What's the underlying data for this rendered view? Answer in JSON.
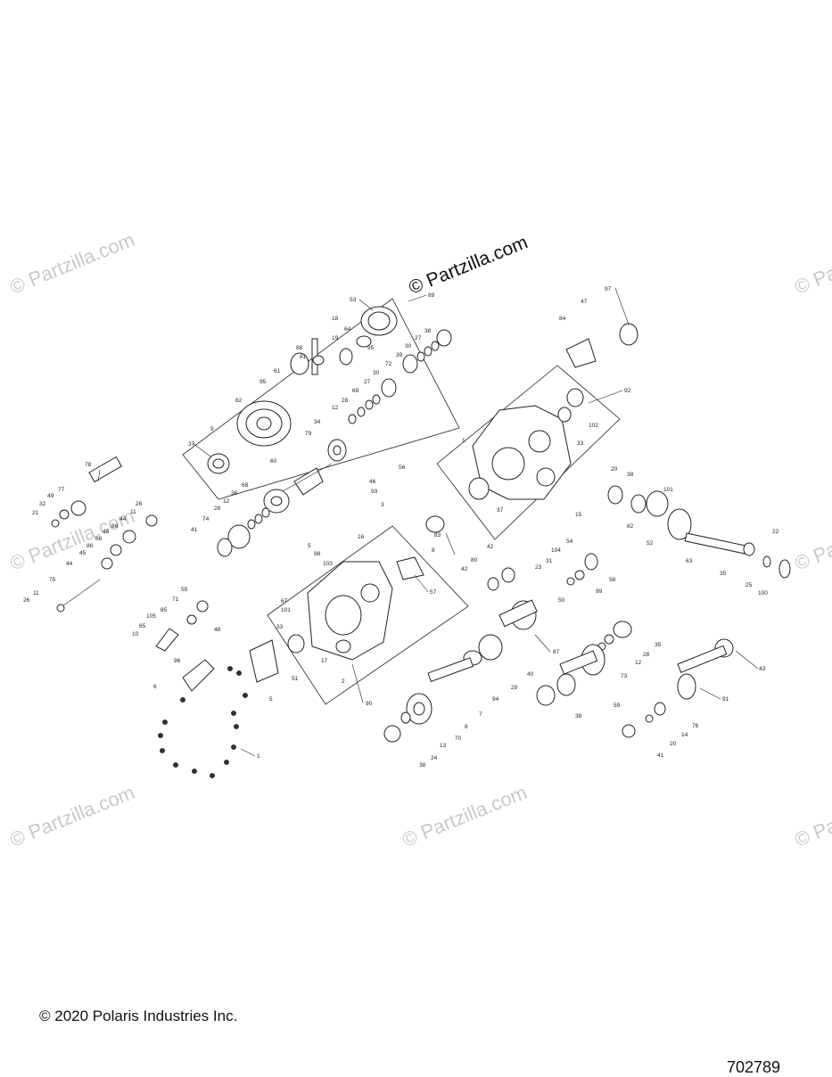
{
  "watermark": {
    "main": "© Partzilla.com",
    "repeat": "© Partzilla.com"
  },
  "footer": {
    "copyright": "© 2020 Polaris Industries Inc.",
    "diagram_number": "702789"
  },
  "callouts": [
    "53",
    "89",
    "18",
    "19",
    "64",
    "95",
    "88",
    "81",
    "61",
    "95",
    "62",
    "9",
    "37",
    "38",
    "27",
    "30",
    "72",
    "39",
    "30",
    "27",
    "69",
    "28",
    "12",
    "34",
    "79",
    "60",
    "68",
    "36",
    "12",
    "28",
    "74",
    "41",
    "78",
    "77",
    "49",
    "32",
    "21",
    "26",
    "11",
    "44",
    "86",
    "45",
    "66",
    "86",
    "45",
    "44",
    "75",
    "11",
    "26",
    "97",
    "47",
    "84",
    "92",
    "102",
    "33",
    "1",
    "56",
    "46",
    "93",
    "3",
    "37",
    "83",
    "8",
    "20",
    "38",
    "15",
    "82",
    "101",
    "52",
    "63",
    "22",
    "25",
    "100",
    "35",
    "5",
    "16",
    "98",
    "103",
    "57",
    "42",
    "80",
    "42",
    "54",
    "104",
    "31",
    "23",
    "58",
    "99",
    "50",
    "55",
    "71",
    "85",
    "105",
    "65",
    "10",
    "48",
    "67",
    "101",
    "33",
    "17",
    "2",
    "90",
    "87",
    "40",
    "29",
    "94",
    "7",
    "8",
    "70",
    "13",
    "24",
    "38",
    "96",
    "6",
    "51",
    "5",
    "1",
    "35",
    "28",
    "12",
    "73",
    "59",
    "38",
    "43",
    "91",
    "76",
    "14",
    "20",
    "41"
  ]
}
